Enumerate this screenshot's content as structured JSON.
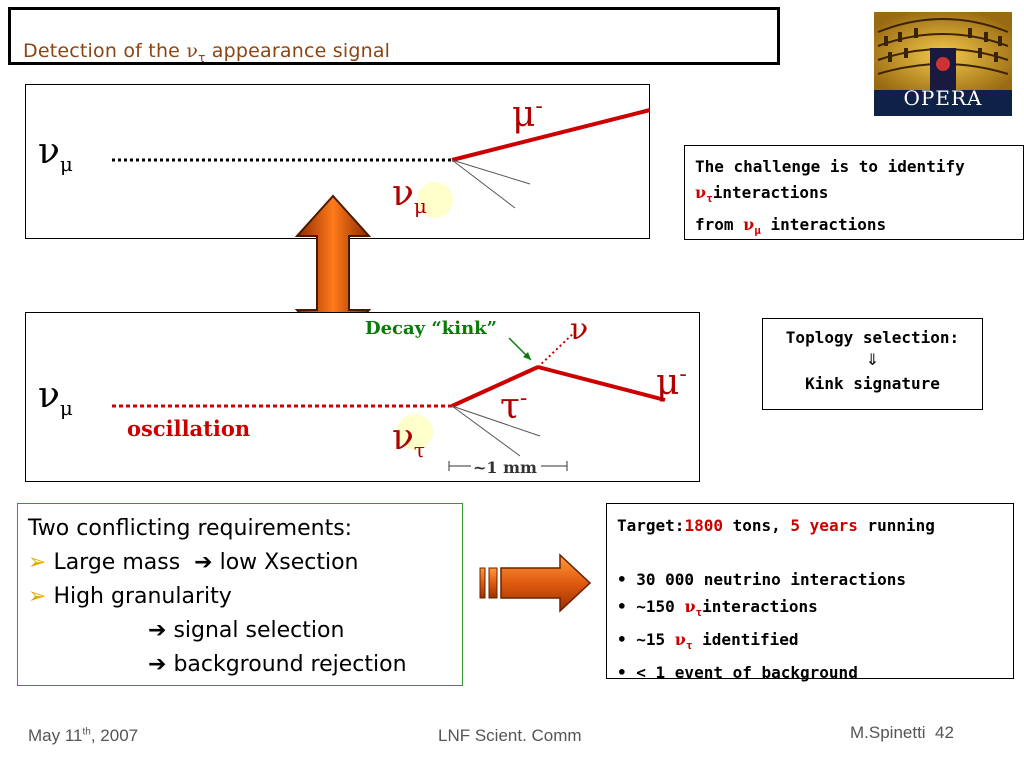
{
  "title": {
    "prefix": "Detection of the ",
    "nu": "ν",
    "sub": "τ",
    "suffix": " appearance signal"
  },
  "logo": {
    "text": "OPERA"
  },
  "top_diagram": {
    "left_nu": "ν",
    "left_sub": "μ",
    "vertex_nu": "ν",
    "vertex_sub": "μ",
    "muon": "μ",
    "muon_sup": "-"
  },
  "bottom_diagram": {
    "left_nu": "ν",
    "left_sub": "μ",
    "oscillation": "oscillation",
    "vertex_nu": "ν",
    "vertex_sub": "τ",
    "tau": "τ",
    "tau_sup": "-",
    "kink_label": "Decay “kink”",
    "nu_label": "ν",
    "muon": "μ",
    "muon_sup": "-",
    "scale": "~1 mm"
  },
  "challenge_box": {
    "line1": "The challenge is to identify",
    "line2_nu": "ν",
    "line2_sub": "τ",
    "line2_text": "interactions",
    "line3_a": "from ",
    "line3_nu": "ν",
    "line3_sub": "μ",
    "line3_b": " interactions"
  },
  "topology_box": {
    "line1": "Toplogy selection:",
    "arrow": "⇓",
    "line2": "Kink signature"
  },
  "requirements": {
    "heading": "Two conflicting requirements:",
    "item1": "Large mass",
    "item1_arrow": "➔",
    "item1_result": "low Xsection",
    "item2": "High granularity",
    "sub1_arrow": "➔",
    "sub1": "signal selection",
    "sub2_arrow": "➔",
    "sub2": "background rejection",
    "bullet": "➢"
  },
  "target_box": {
    "label": "Target:",
    "tons_value": "1800",
    "tons_text": " tons, ",
    "years_value": "5 years",
    "running": " running",
    "b1": "• 30 000 neutrino interactions",
    "b2_a": "• ~150 ",
    "b2_nu": "ν",
    "b2_sub": "τ",
    "b2_b": "interactions",
    "b3_a": "• ~15 ",
    "b3_nu": "ν",
    "b3_sub": "τ",
    "b3_b": " identified",
    "b4": "• < 1 event of background"
  },
  "footer": {
    "date_a": "May 11",
    "date_sup": "th",
    "date_b": ", 2007",
    "center": "LNF Scient. Comm",
    "author": "M.Spinetti",
    "page": "42"
  }
}
